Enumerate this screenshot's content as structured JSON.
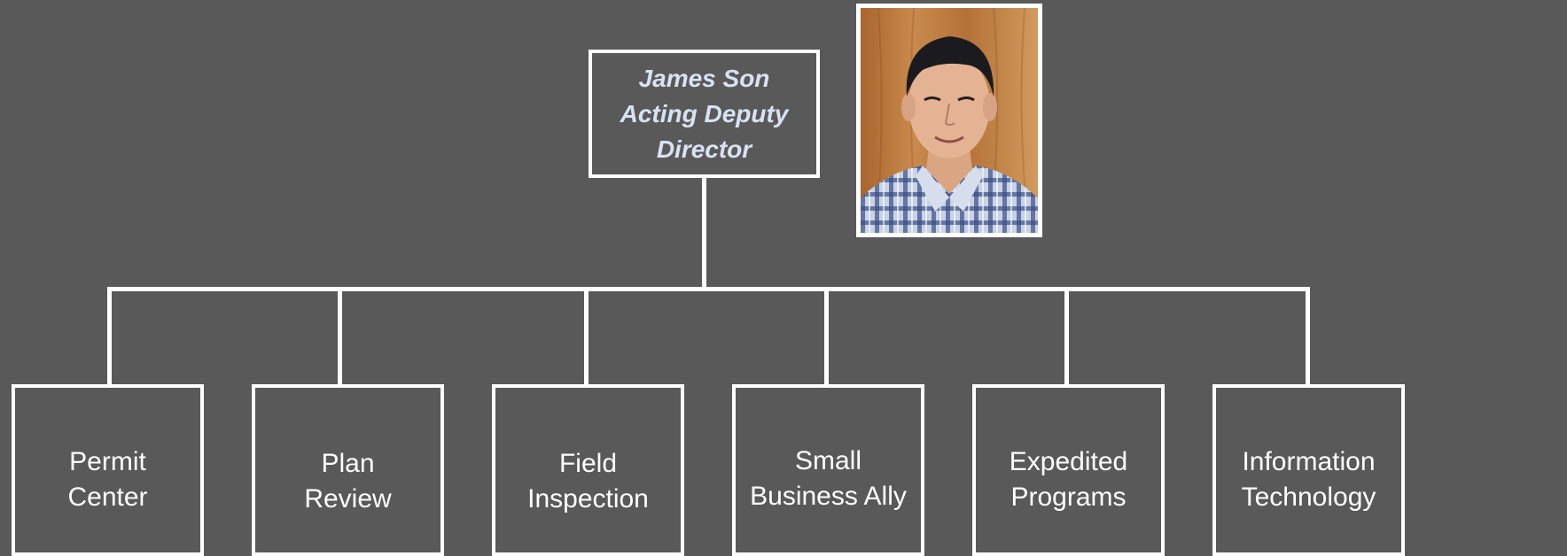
{
  "leader": {
    "name": "James Son",
    "title_line1": "Acting Deputy",
    "title_line2": "Director"
  },
  "divisions": [
    {
      "line1": "Permit",
      "line2": "Center"
    },
    {
      "line1": "Plan",
      "line2": "Review"
    },
    {
      "line1": "Field",
      "line2": "Inspection"
    },
    {
      "line1": "Small",
      "line2": "Business Ally"
    },
    {
      "line1": "Expedited",
      "line2": "Programs"
    },
    {
      "line1": "Information",
      "line2": "Technology"
    }
  ],
  "colors": {
    "background": "#595959",
    "line": "#ffffff",
    "leader_text": "#d9e2f3",
    "division_text": "#ffffff"
  }
}
